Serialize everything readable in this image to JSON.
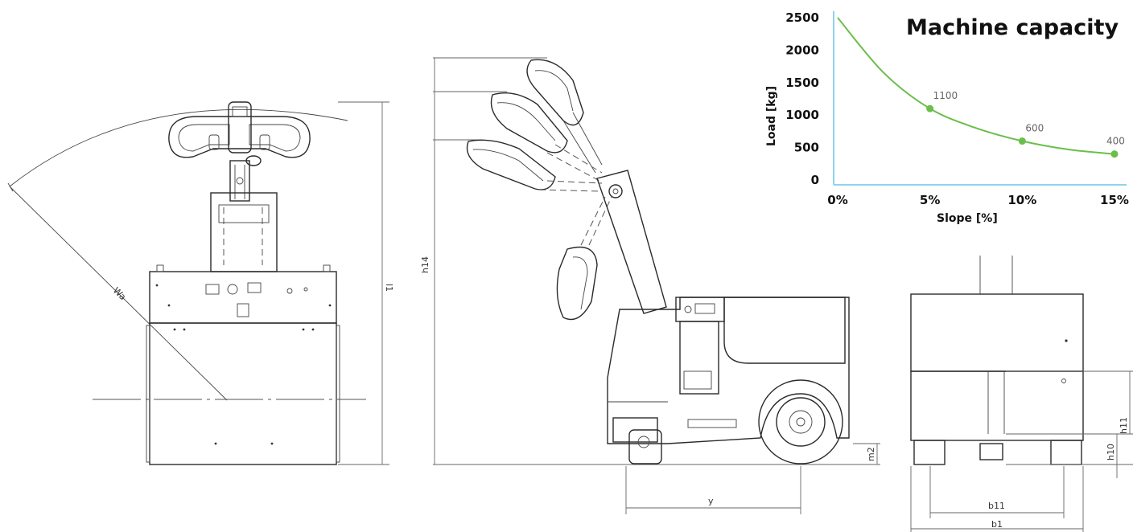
{
  "dimensions": {
    "wa": "Wa",
    "l1": "l1",
    "h14": "h14",
    "m2": "m2",
    "y": "y",
    "h10": "h10",
    "h11": "h11",
    "b11": "b11",
    "b1": "b1"
  },
  "chart_data": {
    "type": "line",
    "title": "Machine capacity",
    "xlabel": "Slope [%]",
    "ylabel": "Load [kg]",
    "xlim": [
      0,
      15
    ],
    "ylim": [
      0,
      2500
    ],
    "x_ticks": [
      "0%",
      "5%",
      "10%",
      "15%"
    ],
    "y_ticks": [
      "0",
      "500",
      "1000",
      "1500",
      "2000",
      "2500"
    ],
    "series_color": "#6abf4b",
    "axis_color": "#8fd3ef",
    "curve": {
      "x": [
        0,
        2.5,
        5,
        7.5,
        10,
        12.5,
        15
      ],
      "y": [
        2500,
        1650,
        1100,
        800,
        600,
        470,
        400
      ]
    },
    "points": [
      {
        "x": 5,
        "y": 1100,
        "label": "1100"
      },
      {
        "x": 10,
        "y": 600,
        "label": "600"
      },
      {
        "x": 15,
        "y": 400,
        "label": "400"
      }
    ]
  }
}
